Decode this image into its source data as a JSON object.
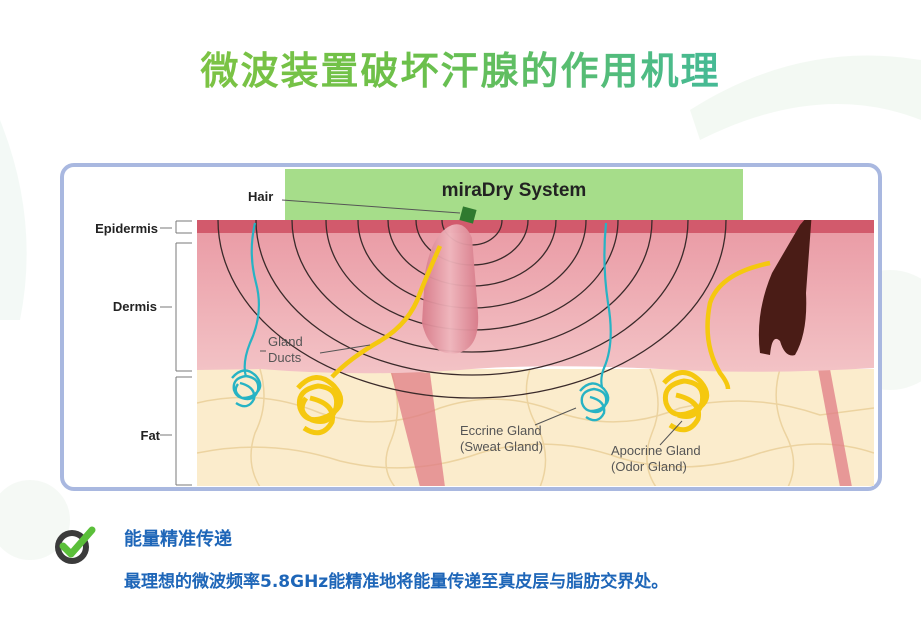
{
  "title": "微波装置破坏汗腺的作用机理",
  "diagram": {
    "system_label": "miraDry System",
    "hair_label": "Hair",
    "layers": {
      "epidermis": "Epidermis",
      "dermis": "Dermis",
      "fat": "Fat"
    },
    "gland_ducts": [
      "Gland",
      "Ducts"
    ],
    "eccrine": [
      "Eccrine Gland",
      "(Sweat Gland)"
    ],
    "apocrine": [
      "Apocrine Gland",
      "(Odor Gland)"
    ],
    "colors": {
      "frame_border": "#a9b8e0",
      "system_box": "#a6dd8a",
      "epidermis": "#d25a6c",
      "dermis": "#ecaab0",
      "fat": "#fbeccc",
      "eccrine": "#27b3c4",
      "apocrine": "#f5c80f"
    }
  },
  "feature": {
    "icon": "check-circle-icon",
    "title": "能量精准传递",
    "description": "最理想的微波频率5.8GHz能精准地将能量传递至真皮层与脂肪交界处。"
  }
}
